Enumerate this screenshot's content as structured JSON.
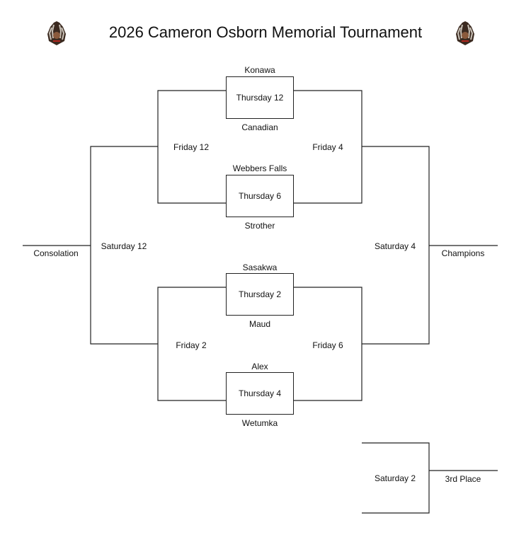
{
  "title": "2026 Cameron Osborn Memorial Tournament",
  "logo_icon": "headdress-icon",
  "games": {
    "thu12": "Thursday 12",
    "thu6": "Thursday 6",
    "thu2": "Thursday 2",
    "thu4": "Thursday 4",
    "fri12": "Friday 12",
    "fri4": "Friday 4",
    "fri2": "Friday 2",
    "fri6": "Friday 6",
    "sat12": "Saturday 12",
    "sat4": "Saturday 4",
    "sat2": "Saturday 2"
  },
  "teams": {
    "konawa": "Konawa",
    "canadian": "Canadian",
    "webbers_falls": "Webbers Falls",
    "strother": "Strother",
    "sasakwa": "Sasakwa",
    "maud": "Maud",
    "alex": "Alex",
    "wetumka": "Wetumka"
  },
  "results": {
    "consolation": "Consolation",
    "champions": "Champions",
    "third_place": "3rd Place"
  }
}
